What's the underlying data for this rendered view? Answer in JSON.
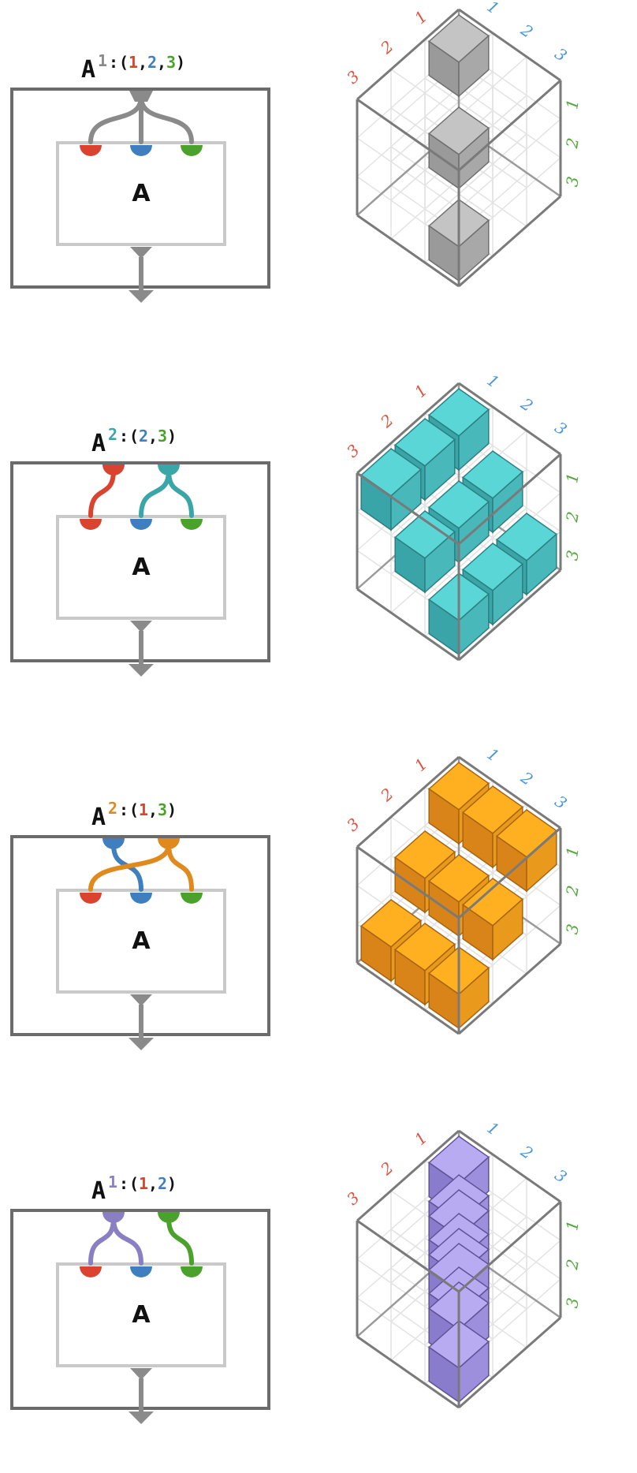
{
  "colors": {
    "red": "#d9432f",
    "blue": "#3f7fbf",
    "green": "#4aa12b",
    "gray": "#8a8a8a",
    "axis_red": "#e0523e",
    "axis_blue": "#4a97d9",
    "axis_green": "#52a83a"
  },
  "axis_labels": {
    "left": [
      "1",
      "2",
      "3"
    ],
    "top": [
      "1",
      "2",
      "3"
    ],
    "right": [
      "1",
      "2",
      "3"
    ]
  },
  "panels": [
    {
      "base": "A",
      "superscript": "1",
      "colon": ":",
      "open": "(",
      "close": ")",
      "tuple": [
        {
          "text": "1",
          "color": "red"
        },
        {
          "text": "2",
          "color": "blue"
        },
        {
          "text": "3",
          "color": "green"
        }
      ],
      "inner_label": "A",
      "accent": "#8a8a8a",
      "cube_fill": "#c4c4c4",
      "cube_side": "#9a9a9a",
      "cube_front": "#a8a8a8",
      "cube_edge": "#6f6f6f",
      "wiring": [
        {
          "from_hub": 0,
          "to": [
            0,
            1,
            2
          ]
        }
      ],
      "hubs": [
        {
          "color": "gray"
        }
      ],
      "cubes": [
        [
          0,
          0,
          0
        ],
        [
          1,
          1,
          1
        ],
        [
          2,
          2,
          2
        ]
      ]
    },
    {
      "base": "A",
      "superscript": "2",
      "colon": ":",
      "open": "(",
      "close": ")",
      "tuple": [
        {
          "text": "2",
          "color": "blue"
        },
        {
          "text": "3",
          "color": "green"
        }
      ],
      "inner_label": "A",
      "accent": "#3aa6a8",
      "cube_fill": "#5ad6d6",
      "cube_side": "#3aa5a8",
      "cube_front": "#48b8ba",
      "cube_edge": "#2b7f82",
      "hubs": [
        {
          "color": "red"
        },
        {
          "color": "teal"
        }
      ],
      "wiring": [
        {
          "from_hub": 0,
          "to": [
            0
          ]
        },
        {
          "from_hub": 1,
          "to": [
            1,
            2
          ]
        }
      ],
      "cubes": [
        [
          0,
          0,
          0
        ],
        [
          0,
          1,
          1
        ],
        [
          0,
          2,
          2
        ],
        [
          1,
          0,
          0
        ],
        [
          1,
          1,
          1
        ],
        [
          1,
          2,
          2
        ],
        [
          2,
          0,
          0
        ],
        [
          2,
          1,
          1
        ],
        [
          2,
          2,
          2
        ]
      ]
    },
    {
      "base": "A",
      "superscript": "2",
      "colon": ":",
      "open": "(",
      "close": ")",
      "tuple": [
        {
          "text": "1",
          "color": "red"
        },
        {
          "text": "3",
          "color": "green"
        }
      ],
      "inner_label": "A",
      "accent": "#e08a1e",
      "cube_fill": "#ffb020",
      "cube_side": "#d98418",
      "cube_front": "#e99a1c",
      "cube_edge": "#a86410",
      "hubs": [
        {
          "color": "blue"
        },
        {
          "color": "orange"
        }
      ],
      "wiring": [
        {
          "from_hub": 0,
          "to": [
            1
          ]
        },
        {
          "from_hub": 1,
          "to": [
            0,
            2
          ]
        }
      ],
      "cubes": [
        [
          0,
          0,
          0
        ],
        [
          0,
          1,
          0
        ],
        [
          0,
          2,
          0
        ],
        [
          1,
          0,
          1
        ],
        [
          1,
          1,
          1
        ],
        [
          1,
          2,
          1
        ],
        [
          2,
          0,
          2
        ],
        [
          2,
          1,
          2
        ],
        [
          2,
          2,
          2
        ]
      ]
    },
    {
      "base": "A",
      "superscript": "1",
      "colon": ":",
      "open": "(",
      "close": ")",
      "tuple": [
        {
          "text": "1",
          "color": "red"
        },
        {
          "text": "2",
          "color": "blue"
        }
      ],
      "inner_label": "A",
      "accent": "#8b7fc4",
      "cube_fill": "#b9abf2",
      "cube_side": "#8a7ccc",
      "cube_front": "#9d8fdc",
      "cube_edge": "#5f5296",
      "hubs": [
        {
          "color": "purple"
        },
        {
          "color": "green"
        }
      ],
      "wiring": [
        {
          "from_hub": 0,
          "to": [
            0,
            1
          ]
        },
        {
          "from_hub": 1,
          "to": [
            2
          ]
        }
      ],
      "cubes": [
        [
          0,
          0,
          0
        ],
        [
          0,
          0,
          1
        ],
        [
          0,
          0,
          2
        ],
        [
          1,
          1,
          0
        ],
        [
          1,
          1,
          1
        ],
        [
          1,
          1,
          2
        ],
        [
          2,
          2,
          0
        ],
        [
          2,
          2,
          1
        ],
        [
          2,
          2,
          2
        ]
      ]
    }
  ]
}
